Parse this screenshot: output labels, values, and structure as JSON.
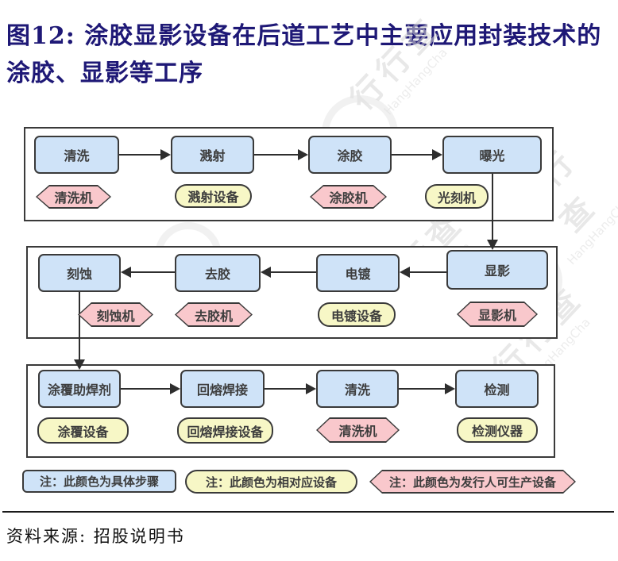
{
  "title": {
    "line1": "图12:  涂胶显影设备在后道工艺中主要应用封装技术的",
    "line2": "涂胶、显影等工序"
  },
  "watermark": {
    "cn": "行行查",
    "en": "HangHangCha"
  },
  "flow": {
    "rows": [
      {
        "direction": "left-to-right",
        "steps": [
          {
            "label": "清洗",
            "equipment": "清洗机",
            "equipment_type": "issuer"
          },
          {
            "label": "溅射",
            "equipment": "溅射设备",
            "equipment_type": "equipment"
          },
          {
            "label": "涂胶",
            "equipment": "涂胶机",
            "equipment_type": "issuer"
          },
          {
            "label": "曝光",
            "equipment": "光刻机",
            "equipment_type": "equipment"
          }
        ]
      },
      {
        "direction": "right-to-left",
        "steps": [
          {
            "label": "刻蚀",
            "equipment": "刻蚀机",
            "equipment_type": "issuer"
          },
          {
            "label": "去胶",
            "equipment": "去胶机",
            "equipment_type": "issuer"
          },
          {
            "label": "电镀",
            "equipment": "电镀设备",
            "equipment_type": "equipment"
          },
          {
            "label": "显影",
            "equipment": "显影机",
            "equipment_type": "issuer"
          }
        ]
      },
      {
        "direction": "left-to-right",
        "steps": [
          {
            "label": "涂覆助焊剂",
            "equipment": "涂覆设备",
            "equipment_type": "equipment"
          },
          {
            "label": "回熔焊接",
            "equipment": "回熔焊接设备",
            "equipment_type": "equipment"
          },
          {
            "label": "清洗",
            "equipment": "清洗机",
            "equipment_type": "issuer"
          },
          {
            "label": "检测",
            "equipment": "检测仪器",
            "equipment_type": "equipment"
          }
        ]
      }
    ],
    "inter_row_connections": [
      {
        "from": "曝光",
        "to": "显影"
      },
      {
        "from": "刻蚀",
        "to": "涂覆助焊剂"
      }
    ]
  },
  "legend": {
    "items": [
      {
        "label": "注：此颜色为具体步骤",
        "type": "step"
      },
      {
        "label": "注：此颜色为相对应设备",
        "type": "equipment"
      },
      {
        "label": "注：此颜色为发行人可生产设备",
        "type": "issuer"
      }
    ]
  },
  "colors": {
    "step_fill": "#cfe3f8",
    "equipment_fill": "#f7f7c6",
    "issuer_fill": "#f9c8cc",
    "outline": "#3a3a3a",
    "title_text": "#1e1876"
  },
  "source": "资料来源: 招股说明书"
}
